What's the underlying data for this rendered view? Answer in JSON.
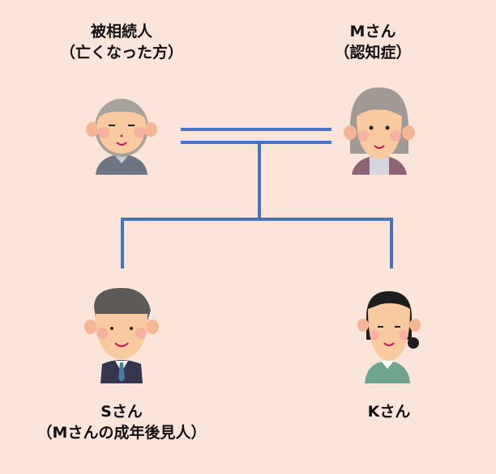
{
  "colors": {
    "background": "#fbe5da",
    "line": "#4472c4",
    "text": "#111111"
  },
  "people": {
    "deceased": {
      "name": "被相続人",
      "note": "（亡くなった方）",
      "icon": "elderly-man-icon"
    },
    "m": {
      "name": "Mさん",
      "note": "（認知症）",
      "icon": "elderly-woman-icon"
    },
    "s": {
      "name": "Sさん",
      "note": "（Mさんの成年後見人）",
      "icon": "businessman-icon"
    },
    "k": {
      "name": "Kさん",
      "icon": "woman-icon"
    }
  }
}
